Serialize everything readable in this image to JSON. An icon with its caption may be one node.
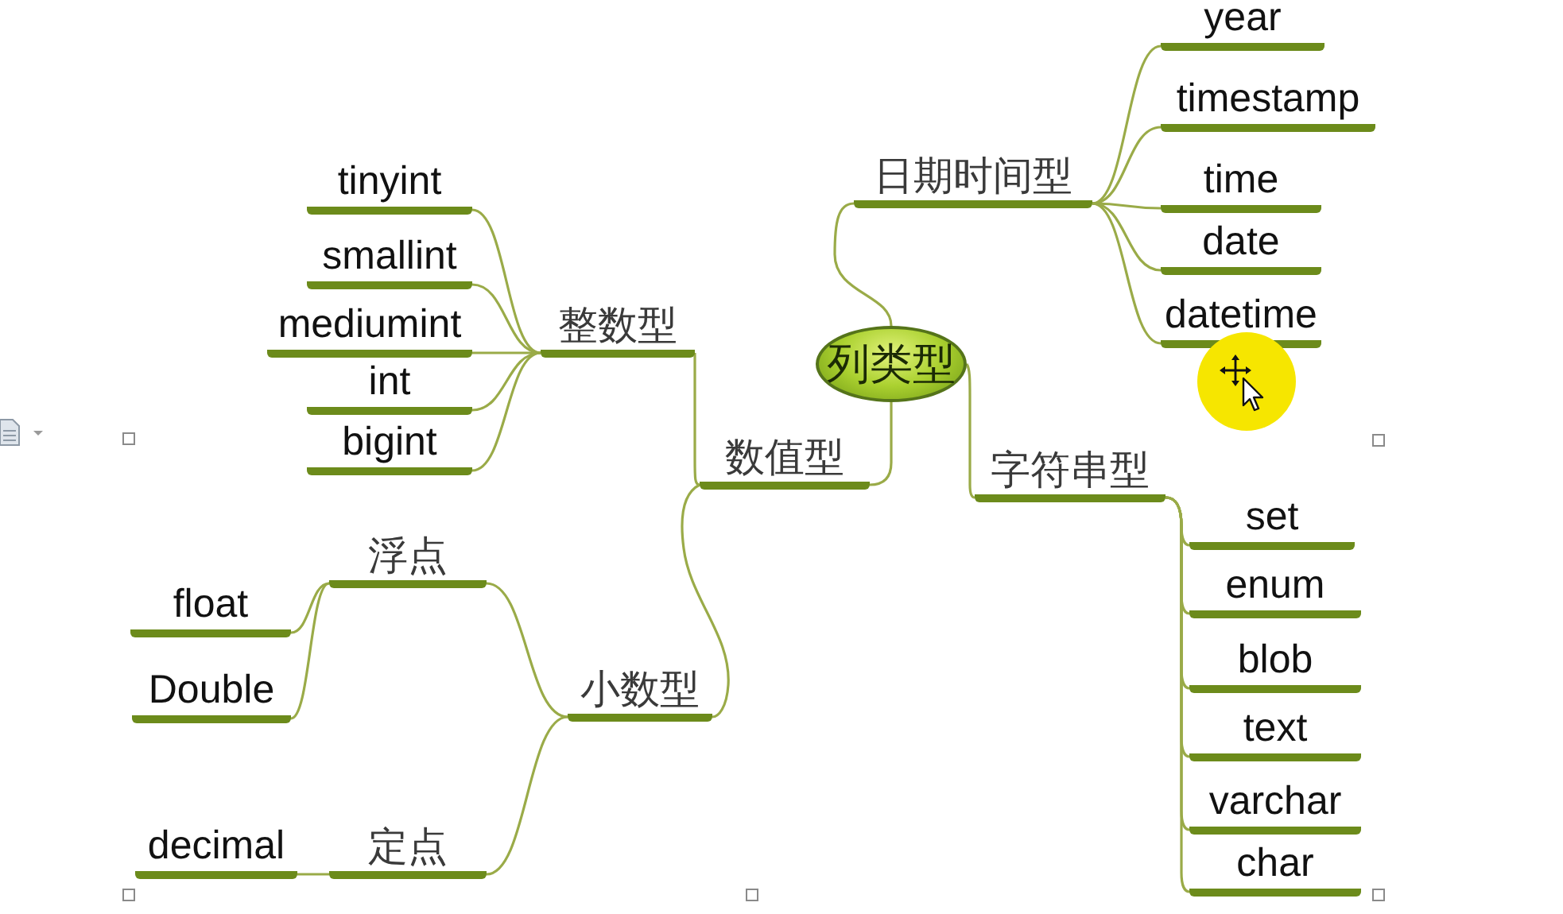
{
  "diagram": {
    "nodes": [
      {
        "text": [
          "列类型"
        ]
      },
      {
        "text": [
          "日期时间型"
        ]
      },
      {
        "text": [
          "year"
        ]
      },
      {
        "text": [
          "timestamp"
        ]
      },
      {
        "text": [
          "time"
        ]
      },
      {
        "text": [
          "date"
        ]
      },
      {
        "text": [
          "datetime"
        ]
      },
      {
        "text": [
          "数值型"
        ]
      },
      {
        "text": [
          "整数型"
        ]
      },
      {
        "text": [
          "tinyint"
        ]
      },
      {
        "text": [
          "smallint"
        ]
      },
      {
        "text": [
          "mediumint"
        ]
      },
      {
        "text": [
          "int"
        ]
      },
      {
        "text": [
          "bigint"
        ]
      },
      {
        "text": [
          "小数型"
        ]
      },
      {
        "text": [
          "浮点"
        ]
      },
      {
        "text": [
          "float"
        ]
      },
      {
        "text": [
          "Double"
        ]
      },
      {
        "text": [
          "定点"
        ]
      },
      {
        "text": [
          "decimal"
        ]
      },
      {
        "text": [
          "字符串型"
        ]
      },
      {
        "text": [
          "set"
        ]
      },
      {
        "text": [
          "enum"
        ]
      },
      {
        "text": [
          "blob"
        ]
      },
      {
        "text": [
          "text"
        ]
      },
      {
        "text": [
          "varchar"
        ]
      },
      {
        "text": [
          "char"
        ]
      }
    ],
    "edges": [
      {
        "from": 0,
        "to": 1,
        "arrow": "none"
      },
      {
        "from": 1,
        "to": 2,
        "arrow": "none"
      },
      {
        "from": 1,
        "to": 3,
        "arrow": "none"
      },
      {
        "from": 1,
        "to": 4,
        "arrow": "none"
      },
      {
        "from": 1,
        "to": 5,
        "arrow": "none"
      },
      {
        "from": 1,
        "to": 6,
        "arrow": "none"
      },
      {
        "from": 0,
        "to": 7,
        "arrow": "none"
      },
      {
        "from": 7,
        "to": 8,
        "arrow": "none"
      },
      {
        "from": 8,
        "to": 9,
        "arrow": "none"
      },
      {
        "from": 8,
        "to": 10,
        "arrow": "none"
      },
      {
        "from": 8,
        "to": 11,
        "arrow": "none"
      },
      {
        "from": 8,
        "to": 12,
        "arrow": "none"
      },
      {
        "from": 8,
        "to": 13,
        "arrow": "none"
      },
      {
        "from": 7,
        "to": 14,
        "arrow": "none"
      },
      {
        "from": 14,
        "to": 15,
        "arrow": "none"
      },
      {
        "from": 15,
        "to": 16,
        "arrow": "none"
      },
      {
        "from": 15,
        "to": 17,
        "arrow": "none"
      },
      {
        "from": 14,
        "to": 18,
        "arrow": "none"
      },
      {
        "from": 18,
        "to": 19,
        "arrow": "none"
      },
      {
        "from": 0,
        "to": 20,
        "arrow": "none"
      },
      {
        "from": 20,
        "to": 21,
        "arrow": "none"
      },
      {
        "from": 20,
        "to": 22,
        "arrow": "none"
      },
      {
        "from": 20,
        "to": 23,
        "arrow": "none"
      },
      {
        "from": 20,
        "to": 24,
        "arrow": "none"
      },
      {
        "from": 20,
        "to": 25,
        "arrow": "none"
      },
      {
        "from": 20,
        "to": 26,
        "arrow": "none"
      }
    ]
  }
}
